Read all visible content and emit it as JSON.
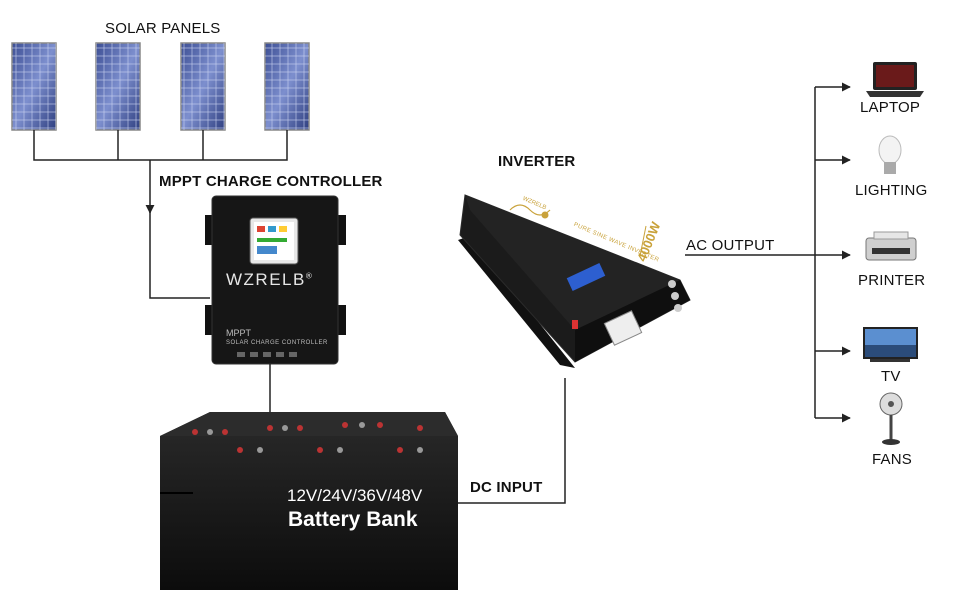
{
  "solar": {
    "label": "SOLAR PANELS",
    "panel_count": 4
  },
  "controller": {
    "label": "MPPT CHARGE CONTROLLER",
    "brand": "WZRELB",
    "brand_mark": "®",
    "model": "MPPT",
    "subtitle": "SOLAR CHARGE CONTROLLER"
  },
  "inverter": {
    "label": "INVERTER",
    "brand": "WZRELB",
    "rating": "4000W",
    "type_text": "PURE SINE WAVE INVERTER"
  },
  "battery": {
    "voltage": "12V/24V/36V/48V",
    "label": "Battery Bank"
  },
  "connections": {
    "dc_input": "DC INPUT",
    "ac_output": "AC OUTPUT"
  },
  "loads": [
    {
      "label": "LAPTOP",
      "icon": "laptop-icon"
    },
    {
      "label": "LIGHTING",
      "icon": "light-bulb-icon"
    },
    {
      "label": "PRINTER",
      "icon": "printer-icon"
    },
    {
      "label": "TV",
      "icon": "tv-icon"
    },
    {
      "label": "FANS",
      "icon": "fan-icon"
    }
  ],
  "colors": {
    "line": "#222222",
    "device_body": "#1a1a1a",
    "panel_blue": "#4a5fa8",
    "accent_gold": "#c9a23a"
  }
}
